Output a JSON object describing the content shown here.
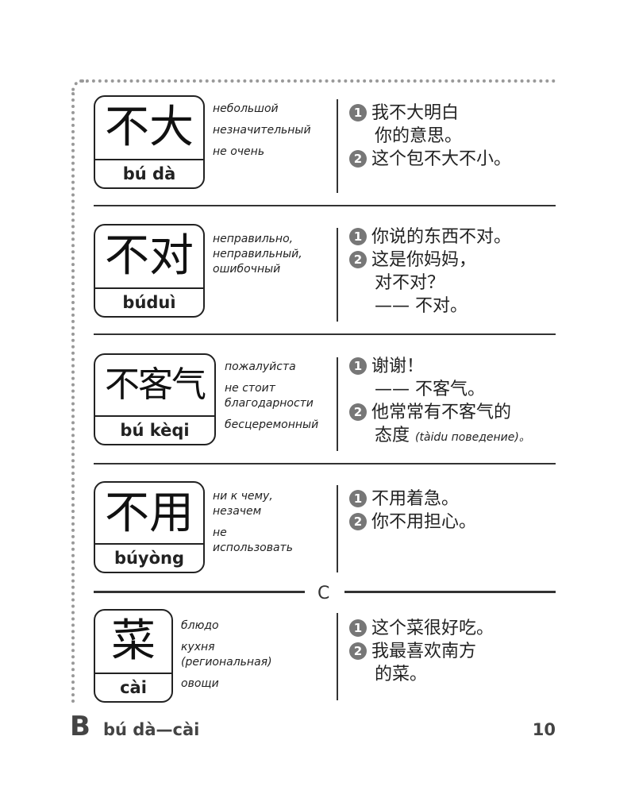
{
  "entries": [
    {
      "hanzi": "不大",
      "pinyin": "bú dà",
      "meanings": [
        "небольшой",
        "незначительный",
        "не очень"
      ],
      "examples": [
        {
          "num": "1",
          "lines": [
            "我不大明白",
            "你的意思。"
          ]
        },
        {
          "num": "2",
          "lines": [
            "这个包不大不小。"
          ]
        }
      ]
    },
    {
      "hanzi": "不对",
      "pinyin": "búduì",
      "meanings": [
        "неправильно,",
        "неправильный,",
        "ошибочный"
      ],
      "examples": [
        {
          "num": "1",
          "lines": [
            "你说的东西不对。"
          ]
        },
        {
          "num": "2",
          "lines": [
            "这是你妈妈，",
            "对不对？",
            "——  不对。"
          ]
        }
      ]
    },
    {
      "hanzi": "不客气",
      "pinyin": "bú kèqi",
      "meanings": [
        "пожалуйста",
        "не стоит благодарности",
        "бесцеремонный"
      ],
      "examples": [
        {
          "num": "1",
          "lines": [
            "谢谢！",
            "——  不客气。"
          ]
        },
        {
          "num": "2",
          "lines": [
            "他常常有不客气的",
            "态度"
          ],
          "note": "(tàidu поведение)。"
        }
      ]
    },
    {
      "hanzi": "不用",
      "pinyin": "búyòng",
      "meanings": [
        "ни к чему, незачем",
        "не использовать"
      ],
      "examples": [
        {
          "num": "1",
          "lines": [
            "不用着急。"
          ]
        },
        {
          "num": "2",
          "lines": [
            "你不用担心。"
          ]
        }
      ]
    },
    {
      "hanzi": "菜",
      "pinyin": "cài",
      "meanings": [
        "блюдо",
        "кухня (региональная)",
        "овощи"
      ],
      "examples": [
        {
          "num": "1",
          "lines": [
            "这个菜很好吃。"
          ]
        },
        {
          "num": "2",
          "lines": [
            "我最喜欢南方",
            "的菜。"
          ]
        }
      ]
    }
  ],
  "section_letter": "C",
  "footer": {
    "letter": "B",
    "range": "bú dà—cài",
    "page": "10"
  }
}
